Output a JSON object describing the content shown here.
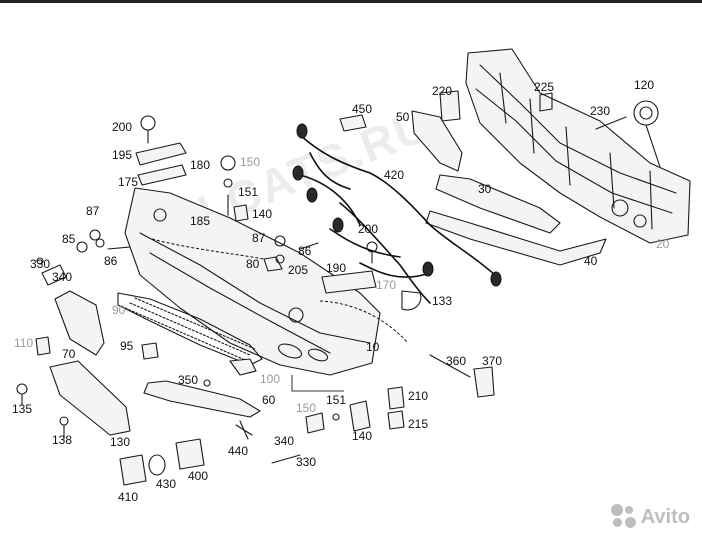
{
  "diagram": {
    "watermark": "ELCATS.RU",
    "labels": [
      {
        "id": "l10",
        "text": "10",
        "muted": false
      },
      {
        "id": "l20",
        "text": "20",
        "muted": true
      },
      {
        "id": "l30",
        "text": "30",
        "muted": false
      },
      {
        "id": "l40",
        "text": "40",
        "muted": false
      },
      {
        "id": "l50",
        "text": "50",
        "muted": false
      },
      {
        "id": "l60",
        "text": "60",
        "muted": false
      },
      {
        "id": "l70",
        "text": "70",
        "muted": false
      },
      {
        "id": "l80",
        "text": "80",
        "muted": false
      },
      {
        "id": "l85",
        "text": "85",
        "muted": false
      },
      {
        "id": "l86a",
        "text": "86",
        "muted": false
      },
      {
        "id": "l86b",
        "text": "86",
        "muted": false
      },
      {
        "id": "l87a",
        "text": "87",
        "muted": false
      },
      {
        "id": "l87b",
        "text": "87",
        "muted": false
      },
      {
        "id": "l90",
        "text": "90",
        "muted": true
      },
      {
        "id": "l95",
        "text": "95",
        "muted": false
      },
      {
        "id": "l100",
        "text": "100",
        "muted": true
      },
      {
        "id": "l110",
        "text": "110",
        "muted": true
      },
      {
        "id": "l120",
        "text": "120",
        "muted": false
      },
      {
        "id": "l130",
        "text": "130",
        "muted": false
      },
      {
        "id": "l133",
        "text": "133",
        "muted": false
      },
      {
        "id": "l135",
        "text": "135",
        "muted": false
      },
      {
        "id": "l138",
        "text": "138",
        "muted": false
      },
      {
        "id": "l140a",
        "text": "140",
        "muted": false
      },
      {
        "id": "l140b",
        "text": "140",
        "muted": false
      },
      {
        "id": "l150a",
        "text": "150",
        "muted": true
      },
      {
        "id": "l150b",
        "text": "150",
        "muted": true
      },
      {
        "id": "l151a",
        "text": "151",
        "muted": false
      },
      {
        "id": "l151b",
        "text": "151",
        "muted": false
      },
      {
        "id": "l170",
        "text": "170",
        "muted": true
      },
      {
        "id": "l175",
        "text": "175",
        "muted": false
      },
      {
        "id": "l180",
        "text": "180",
        "muted": false
      },
      {
        "id": "l185",
        "text": "185",
        "muted": false
      },
      {
        "id": "l190",
        "text": "190",
        "muted": false
      },
      {
        "id": "l195",
        "text": "195",
        "muted": false
      },
      {
        "id": "l200a",
        "text": "200",
        "muted": false
      },
      {
        "id": "l200b",
        "text": "200",
        "muted": false
      },
      {
        "id": "l205",
        "text": "205",
        "muted": false
      },
      {
        "id": "l210",
        "text": "210",
        "muted": false
      },
      {
        "id": "l215",
        "text": "215",
        "muted": false
      },
      {
        "id": "l220",
        "text": "220",
        "muted": false
      },
      {
        "id": "l225",
        "text": "225",
        "muted": false
      },
      {
        "id": "l230",
        "text": "230",
        "muted": false
      },
      {
        "id": "l330a",
        "text": "330",
        "muted": false
      },
      {
        "id": "l330b",
        "text": "330",
        "muted": false
      },
      {
        "id": "l340a",
        "text": "340",
        "muted": false
      },
      {
        "id": "l340b",
        "text": "340",
        "muted": false
      },
      {
        "id": "l350",
        "text": "350",
        "muted": false
      },
      {
        "id": "l360",
        "text": "360",
        "muted": false
      },
      {
        "id": "l370",
        "text": "370",
        "muted": false
      },
      {
        "id": "l400",
        "text": "400",
        "muted": false
      },
      {
        "id": "l410",
        "text": "410",
        "muted": false
      },
      {
        "id": "l420",
        "text": "420",
        "muted": false
      },
      {
        "id": "l430",
        "text": "430",
        "muted": false
      },
      {
        "id": "l440",
        "text": "440",
        "muted": false
      },
      {
        "id": "l450",
        "text": "450",
        "muted": false
      }
    ]
  },
  "brand": {
    "logo_text": "Avito",
    "color": "#8a8a8a"
  },
  "colors": {
    "line": "#1a1a1a",
    "muted_label": "#9a9a9a",
    "background": "#ffffff"
  }
}
